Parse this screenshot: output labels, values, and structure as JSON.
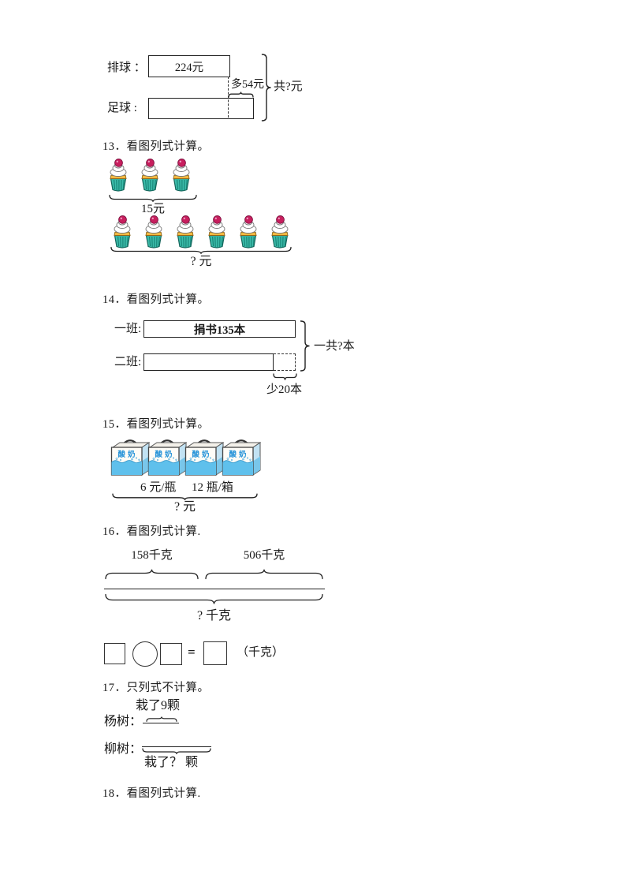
{
  "p12": {
    "row1_label": "排球 ：",
    "row1_value": "224元",
    "more_label": "多54元",
    "total_label": "共?元",
    "row2_label": "足球 :"
  },
  "p13": {
    "heading": "13．看图列式计算。",
    "group1_count": 3,
    "group1_price": "15元",
    "group2_count": 6,
    "group2_price": "? 元"
  },
  "p14": {
    "heading": "14．看图列式计算。",
    "row1_label": "一班:",
    "row1_text": "捐书135本",
    "row2_label": "二班:",
    "total_label": "一共?本",
    "less_label": "少20本"
  },
  "p15": {
    "heading": "15．看图列式计算。",
    "box_count": 4,
    "box_label": "酸奶",
    "unit_price": "6 元/瓶",
    "per_box": "12 瓶/箱",
    "question": "? 元"
  },
  "p16": {
    "heading": "16．看图列式计算.",
    "left_label": "158千克",
    "right_label": "506千克",
    "total_label": "? 千克",
    "equals": "=",
    "unit": "（千克）"
  },
  "p17": {
    "heading": "17．只列式不计算。",
    "row1_label": "杨树：",
    "row1_note": "栽了9颗",
    "row2_label": "柳树：",
    "row2_note": "栽了？ 颗"
  },
  "p18": {
    "heading": "18．看图列式计算."
  }
}
